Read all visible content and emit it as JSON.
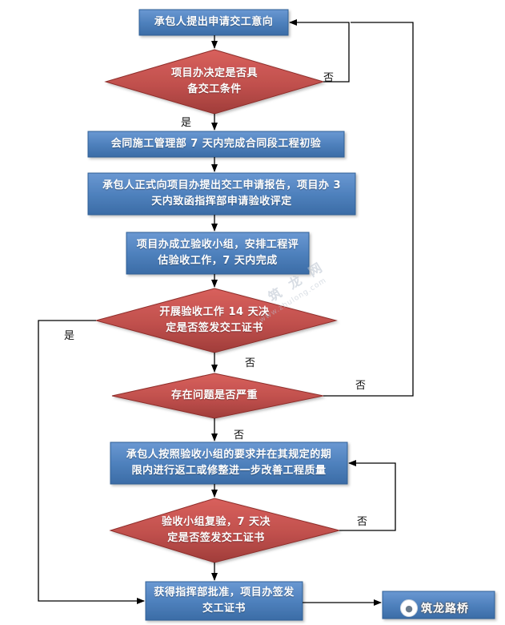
{
  "steps": {
    "s1": "承包人提出申请交工意向",
    "d1": "项目办决定是否具\n备交工条件",
    "s2": "会同施工管理部 7 天内完成合同段工程初验",
    "s3": "承包人正式向项目办提出交工申请报告，项目办 3\n天内致函指挥部申请验收评定",
    "s4": "项目办成立验收小组，安排工程评\n估验收工作，7 天内完成",
    "d2": "开展验收工作 14 天决\n定是否签发交工证书",
    "d3": "存在问题是否严重",
    "s5": "承包人按照验收小组的要求并在其规定的期\n限内进行返工或修整进一步改善工程质量",
    "d4": "验收小组复验，7 天决\n定是否签发交工证书",
    "s6": "获得指挥部批准，项目办签发\n交工证书"
  },
  "labels": {
    "d1_no": "否",
    "d1_yes": "是",
    "d2_yes": "是",
    "d2_no": "否",
    "d3_no_top": "否",
    "d3_no_down": "否",
    "d4_no": "否"
  },
  "watermark": {
    "chars": "筑 龙 网",
    "url": "www.zhulong.com"
  },
  "brand": {
    "text": "筑龙路桥",
    "icon": "wechat-icon"
  },
  "colors": {
    "box": "#4f81bd",
    "box_dark": "#2f5f96",
    "diamond": "#c0504d",
    "diamond_dark": "#8e2e2b",
    "line": "#000000"
  }
}
